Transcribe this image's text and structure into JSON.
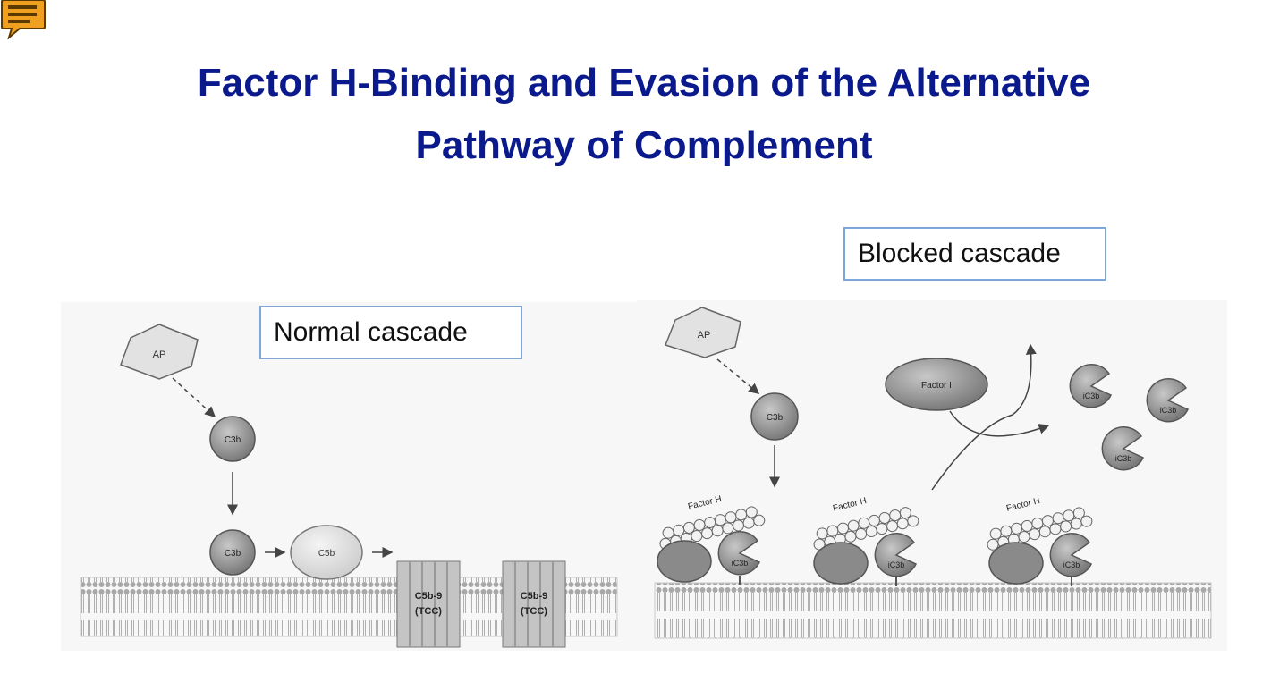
{
  "title": {
    "line1": "Factor H-Binding and Evasion of the Alternative",
    "line2": "Pathway of Complement"
  },
  "icons": {
    "top_left": "comment-icon"
  },
  "colors": {
    "title": "#0a1a8c",
    "box_border": "#7da7d9"
  },
  "left_diagram": {
    "box_label": "Normal cascade",
    "ap": "AP",
    "c3b_top": "C3b",
    "c3b_bottom": "C3b",
    "c5b": "C5b",
    "tcc1_line1": "C5b-9",
    "tcc1_line2": "(TCC)",
    "tcc2_line1": "C5b-9",
    "tcc2_line2": "(TCC)"
  },
  "right_diagram": {
    "box_label": "Blocked cascade",
    "ap": "AP",
    "c3b": "C3b",
    "factor_i": "Factor I",
    "factor_h_1": "Factor H",
    "factor_h_2": "Factor H",
    "factor_h_3": "Factor H",
    "ic3b_bound_1": "iC3b",
    "ic3b_bound_2": "iC3b",
    "ic3b_bound_3": "iC3b",
    "ic3b_free_1": "iC3b",
    "ic3b_free_2": "iC3b",
    "ic3b_free_3": "iC3b"
  }
}
